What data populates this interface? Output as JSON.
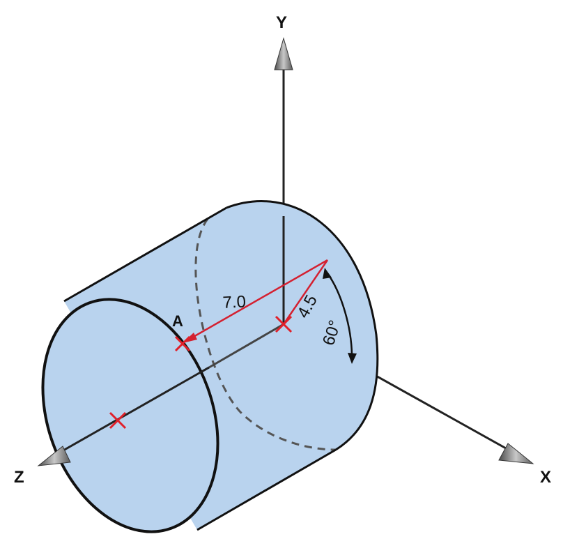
{
  "labels": {
    "axis_x": "X",
    "axis_y": "Y",
    "axis_z": "Z",
    "point_a": "A",
    "dim_length": "7.0",
    "dim_radius": "4.5",
    "dim_angle": "60°"
  },
  "colors": {
    "cylinder_fill": "#b9d3ee",
    "outline": "#111111",
    "axis": "#222222",
    "marker": "#e0202a",
    "dimension": "#d42030",
    "arrowhead": "#7a7a7a"
  }
}
